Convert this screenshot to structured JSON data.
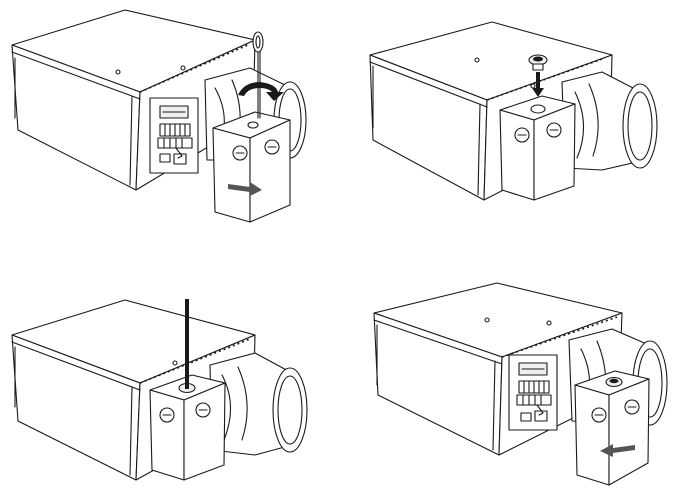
{
  "steps": [
    {
      "id": 1,
      "tool": "screwdriver-icon",
      "motion": "rotate-icon",
      "arrow": "arrow-right-icon",
      "cover_removed": true
    },
    {
      "id": 2,
      "tool": "cable-gland-icon",
      "motion": "arrow-down-icon",
      "cover_removed": false
    },
    {
      "id": 3,
      "tool": "cable-icon",
      "cover_removed": false
    },
    {
      "id": 4,
      "tool": "cable-gland-icon",
      "arrow": "arrow-left-icon",
      "cover_removed": true
    }
  ],
  "colors": {
    "line": "#1a1a1a",
    "fill": "#ffffff",
    "shade": "#efefef",
    "arrow": "#555555"
  }
}
